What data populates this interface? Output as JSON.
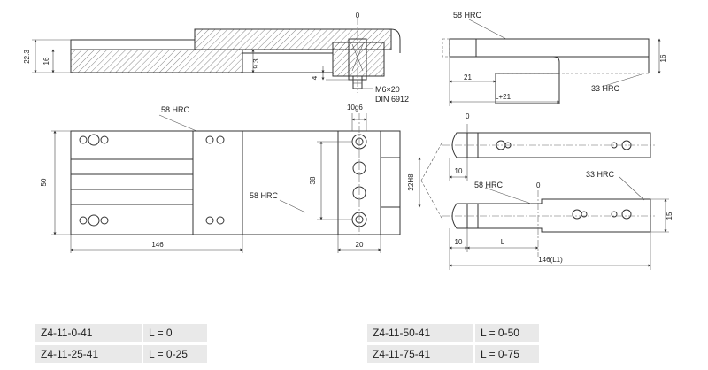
{
  "labels": {
    "hrc58_top": "58 HRC",
    "hrc58_plan": "58 HRC",
    "hrc58_plan_center": "58 HRC",
    "hrc58_side": "58 HRC",
    "hrc33_top": "33 HRC",
    "hrc33_side": "33 HRC",
    "zero_top": "0",
    "zero_side_top": "0",
    "zero_side_bottom": "0",
    "screw_line1": "M6×20",
    "screw_line2": "DIN 6912"
  },
  "dimensions": {
    "d22_3": "22.3",
    "d16_left": "16",
    "d9_3": "9.3",
    "d4": "4",
    "d16_right": "16",
    "d21": "21",
    "dL21": "L+21",
    "d10g6": "10g6",
    "d50": "50",
    "d38": "38",
    "d22H8": "22H8",
    "d146": "146",
    "d20": "20",
    "d10_a": "10",
    "d10_b": "10",
    "dL": "L",
    "d15": "15",
    "d146L1": "146(L1)"
  },
  "table": {
    "left": [
      {
        "code": "Z4-11-0-41",
        "length": "L = 0"
      },
      {
        "code": "Z4-11-25-41",
        "length": "L = 0-25"
      }
    ],
    "right": [
      {
        "code": "Z4-11-50-41",
        "length": "L = 0-50"
      },
      {
        "code": "Z4-11-75-41",
        "length": "L = 0-75"
      }
    ]
  }
}
